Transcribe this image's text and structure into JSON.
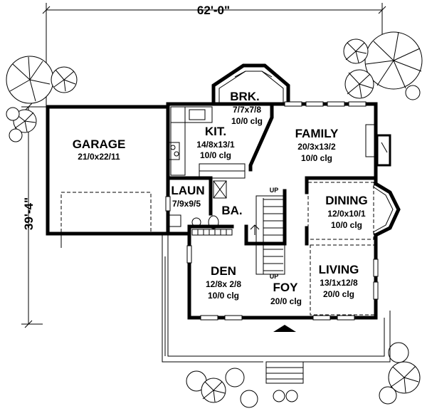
{
  "dimensions": {
    "width_label": "62'-0\"",
    "depth_label": "39'-4\""
  },
  "rooms": [
    {
      "key": "garage",
      "name": "GARAGE",
      "size": "21/0x22/11",
      "clg": ""
    },
    {
      "key": "brk",
      "name": "BRK.",
      "size": "7/7x7/8",
      "clg": "10/0 clg"
    },
    {
      "key": "kit",
      "name": "KIT.",
      "size": "14/8x13/1",
      "clg": "10/0 clg"
    },
    {
      "key": "family",
      "name": "FAMILY",
      "size": "20/3x13/2",
      "clg": "10/0 clg"
    },
    {
      "key": "laun",
      "name": "LAUN",
      "size": "7/9x9/5",
      "clg": ""
    },
    {
      "key": "ba",
      "name": "BA.",
      "size": "",
      "clg": ""
    },
    {
      "key": "dining",
      "name": "DINING",
      "size": "12/0x10/1",
      "clg": "10/0 clg"
    },
    {
      "key": "den",
      "name": "DEN",
      "size": "12/8x  2/8",
      "clg": "10/0 clg"
    },
    {
      "key": "living",
      "name": "LIVING",
      "size": "13/1x12/8",
      "clg": "20/0 clg"
    },
    {
      "key": "foy",
      "name": "FOY",
      "size": "",
      "clg": "20/0 clg"
    }
  ],
  "stairs": {
    "up_top": "UP",
    "up_bottom": "UP"
  },
  "colors": {
    "line": "#000000",
    "background": "#ffffff"
  }
}
